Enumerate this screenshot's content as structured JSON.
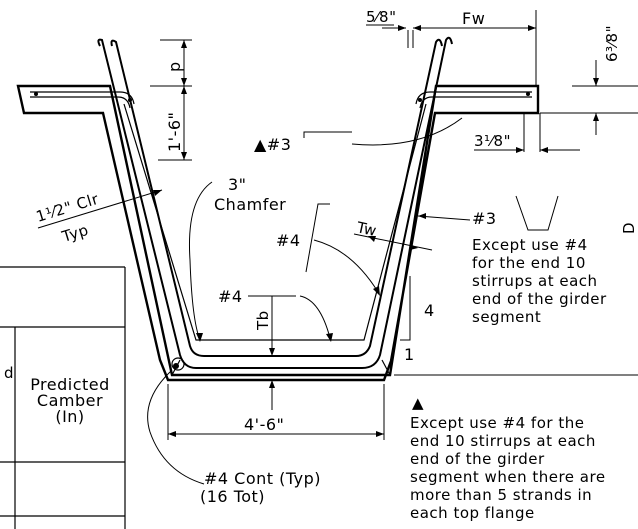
{
  "dimensions": {
    "five_eighths": "5⁄8\"",
    "fw": "Fw",
    "six_three_eighths": "6³⁄8\"",
    "p": "p",
    "one_six": "1'-6\"",
    "three_one_eighth": "3¹⁄8\"",
    "tw": "Tw",
    "tb": "Tb",
    "four_six": "4'-6\"",
    "slope_four": "4",
    "slope_one": "1",
    "clr_line1": "1¹⁄2\" Clr",
    "clr_line2": "Typ",
    "d_label": "D"
  },
  "callouts": {
    "chamfer_line1": "3\"",
    "chamfer_line2": "Chamfer",
    "triangle_bar": "▲#3",
    "bar3_right": "#3",
    "bar4_upper": "#4",
    "bar4_lower": "#4",
    "cont_line1": "#4  Cont (Typ)",
    "cont_line2": "(16 Tot)"
  },
  "notes": {
    "note_bar3": [
      "Except use #4",
      "for the end 10",
      "stirrups at each",
      "end of the girder",
      "segment"
    ],
    "note_triangle_symbol": "▲",
    "note_triangle": [
      "Except use #4  for the",
      "end 10 stirrups at each",
      "end of the girder",
      "segment when there are",
      "more than 5 strands in",
      "each top flange"
    ]
  },
  "table": {
    "header_line1": "Predicted",
    "header_line2": "Camber",
    "header_line3": "(In)",
    "cut_letter": "d"
  }
}
